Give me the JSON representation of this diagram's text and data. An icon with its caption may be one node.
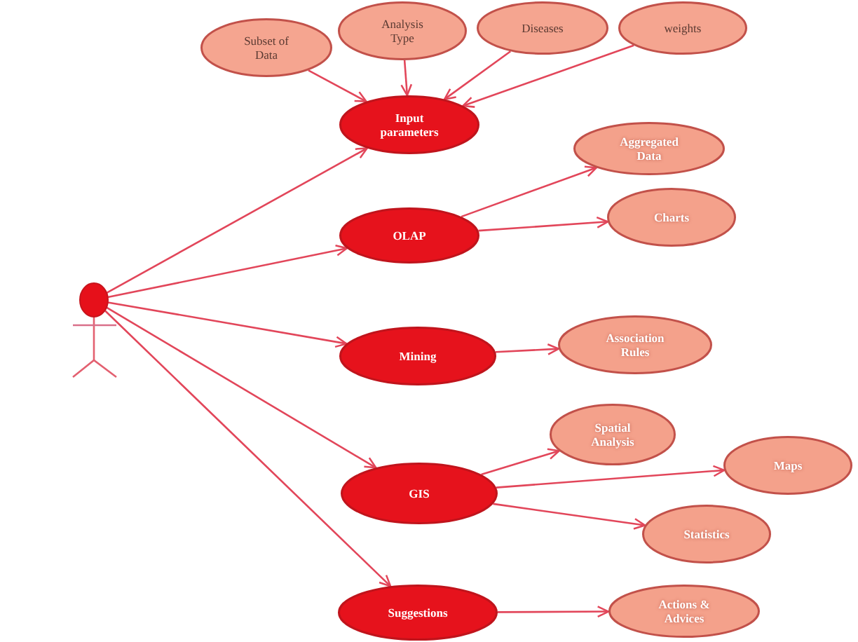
{
  "diagram": {
    "nodes": [
      {
        "text": [
          "Subset of Data"
        ]
      },
      {
        "text": [
          "Analysis Type"
        ]
      },
      {
        "text": [
          "Diseases"
        ]
      },
      {
        "text": [
          "weights"
        ]
      },
      {
        "text": [
          "Input parameters"
        ]
      },
      {
        "text": [
          "Aggregated Data"
        ]
      },
      {
        "text": [
          "OLAP"
        ]
      },
      {
        "text": [
          "Charts"
        ]
      },
      {
        "text": [],
        "shape": "person"
      },
      {
        "text": [
          "Mining"
        ]
      },
      {
        "text": [
          "Association Rules"
        ]
      },
      {
        "text": [
          "Spatial Analysis"
        ]
      },
      {
        "text": [
          "Maps"
        ]
      },
      {
        "text": [
          "GIS"
        ]
      },
      {
        "text": [
          "Statistics"
        ]
      },
      {
        "text": [
          "Suggestions"
        ]
      },
      {
        "text": [
          "Actions & Advices"
        ]
      }
    ],
    "edges": [
      {
        "from": 0,
        "to": 4,
        "arrow": "to"
      },
      {
        "from": 1,
        "to": 4,
        "arrow": "to"
      },
      {
        "from": 2,
        "to": 4,
        "arrow": "to"
      },
      {
        "from": 3,
        "to": 4,
        "arrow": "to"
      },
      {
        "from": 8,
        "to": 4,
        "arrow": "to"
      },
      {
        "from": 8,
        "to": 6,
        "arrow": "to"
      },
      {
        "from": 8,
        "to": 9,
        "arrow": "to"
      },
      {
        "from": 8,
        "to": 13,
        "arrow": "to"
      },
      {
        "from": 8,
        "to": 15,
        "arrow": "to"
      },
      {
        "from": 6,
        "to": 5,
        "arrow": "to"
      },
      {
        "from": 6,
        "to": 7,
        "arrow": "to"
      },
      {
        "from": 9,
        "to": 10,
        "arrow": "to"
      },
      {
        "from": 13,
        "to": 11,
        "arrow": "to"
      },
      {
        "from": 13,
        "to": 12,
        "arrow": "to"
      },
      {
        "from": 13,
        "to": 14,
        "arrow": "to"
      },
      {
        "from": 15,
        "to": 16,
        "arrow": "to"
      }
    ]
  }
}
